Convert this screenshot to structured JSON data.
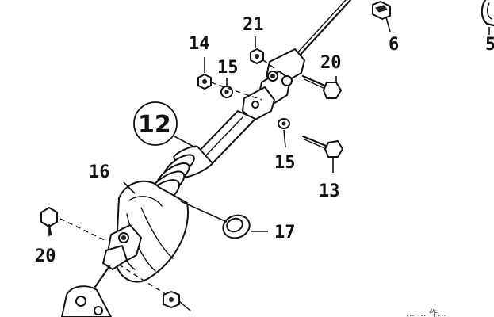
{
  "callouts": {
    "c6": "6",
    "c5": "5",
    "c21": "21",
    "c14": "14",
    "c15a": "15",
    "c20a": "20",
    "c12": "12",
    "c15b": "15",
    "c16": "16",
    "c13": "13",
    "c17": "17",
    "c20b": "20"
  },
  "footer_text": "… … 作…"
}
